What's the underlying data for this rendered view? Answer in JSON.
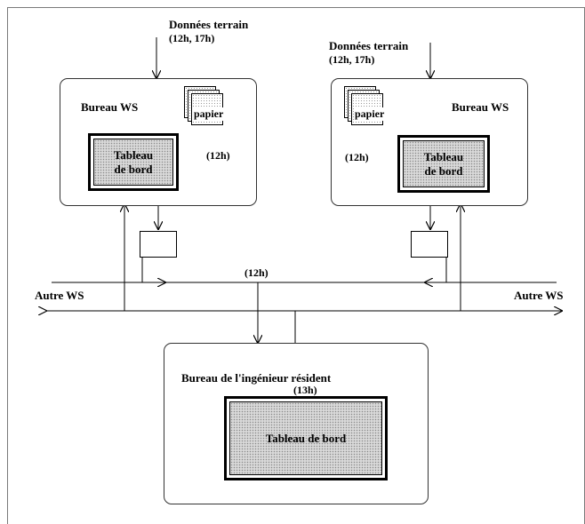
{
  "left_ws": {
    "input_label": "Données terrain",
    "input_times": "(12h, 17h)",
    "office_label": "Bureau WS",
    "paper_label": "papier",
    "dashboard_label_line1": "Tableau",
    "dashboard_label_line2": "de bord",
    "time_label": "(12h)"
  },
  "right_ws": {
    "input_label": "Données terrain",
    "input_times": "(12h, 17h)",
    "office_label": "Bureau WS",
    "paper_label": "papier",
    "dashboard_label_line1": "Tableau",
    "dashboard_label_line2": "de bord",
    "time_label": "(12h)"
  },
  "network": {
    "mail_time": "(12h)",
    "left_other": "Autre WS",
    "right_other": "Autre WS"
  },
  "resident": {
    "office_label": "Bureau de l'ingénieur résident",
    "time_label": "(13h)",
    "dashboard_label": "Tableau de bord"
  },
  "icons": [
    "document-stack-icon",
    "envelope-icon",
    "arrow-icon"
  ]
}
